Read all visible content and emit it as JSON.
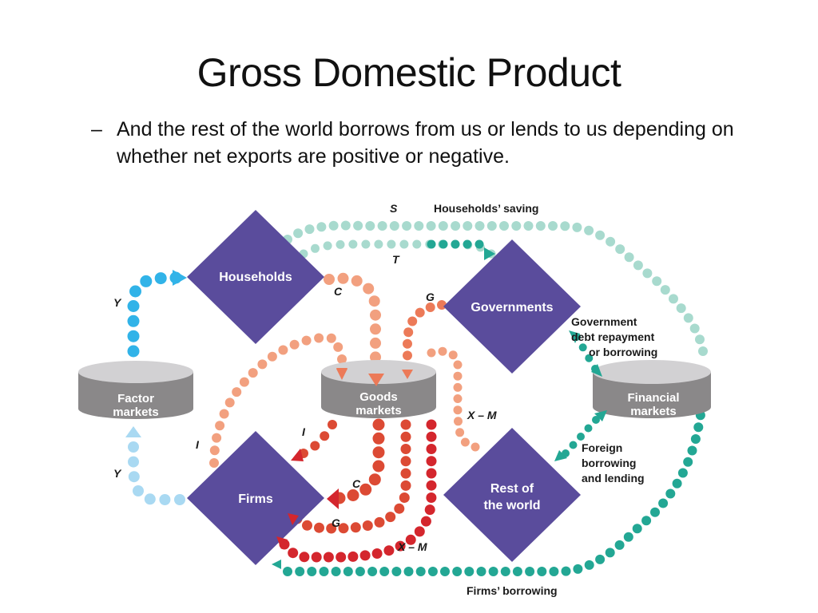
{
  "slide": {
    "title": "Gross Domestic Product",
    "bullet_dash": "–",
    "bullet_text": "And the rest of the world borrows from us or lends to us depending on whether net exports are positive or negative."
  },
  "colors": {
    "node_purple": "#5a4c9c",
    "cylinder_top": "#d2d1d3",
    "cylinder_body": "#8a8889",
    "household_income_blue": "#31b3e8",
    "household_income_light_blue": "#a9d9f2",
    "consumption_salmon": "#f2a07f",
    "government_orange": "#ec7a58",
    "investment_red": "#dc4a34",
    "flow_red": "#d4262d",
    "financial_teal": "#23a794",
    "saving_light_teal": "#a8dace"
  },
  "diagram": {
    "nodes": {
      "households": "Households",
      "governments": "Governments",
      "firms": "Firms",
      "rest_of_world_line1": "Rest of",
      "rest_of_world_line2": "the world"
    },
    "markets": {
      "factor_line1": "Factor",
      "factor_line2": "markets",
      "goods_line1": "Goods",
      "goods_line2": "markets",
      "financial_line1": "Financial",
      "financial_line2": "markets"
    },
    "flow_labels": {
      "saving_symbol": "S",
      "saving_text": "Households’ saving",
      "taxes_symbol": "T",
      "consumption_symbol": "C",
      "consumption_symbol_2": "C",
      "government_symbol": "G",
      "government_symbol_2": "G",
      "investment_symbol": "I",
      "investment_symbol_2": "I",
      "net_exports": "X – M",
      "net_exports_2": "X – M",
      "income_symbol": "Y",
      "income_symbol_2": "Y",
      "gov_debt_line1": "Government",
      "gov_debt_line2": "debt repayment",
      "gov_debt_line3": "or borrowing",
      "foreign_line1": "Foreign",
      "foreign_line2": "borrowing",
      "foreign_line3": "and lending",
      "firms_borrowing": "Firms’ borrowing"
    }
  }
}
